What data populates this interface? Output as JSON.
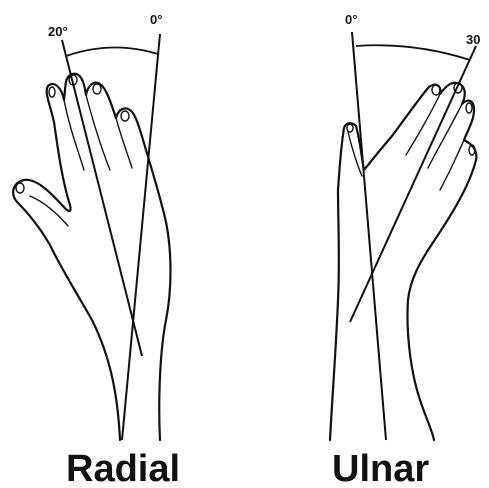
{
  "left_panel": {
    "caption": "Radial",
    "angle_deviated": "20°",
    "angle_neutral": "0°"
  },
  "right_panel": {
    "caption": "Ulnar",
    "angle_neutral": "0°",
    "angle_deviated": "30"
  },
  "colors": {
    "ink": "#111111",
    "background": "#ffffff"
  }
}
